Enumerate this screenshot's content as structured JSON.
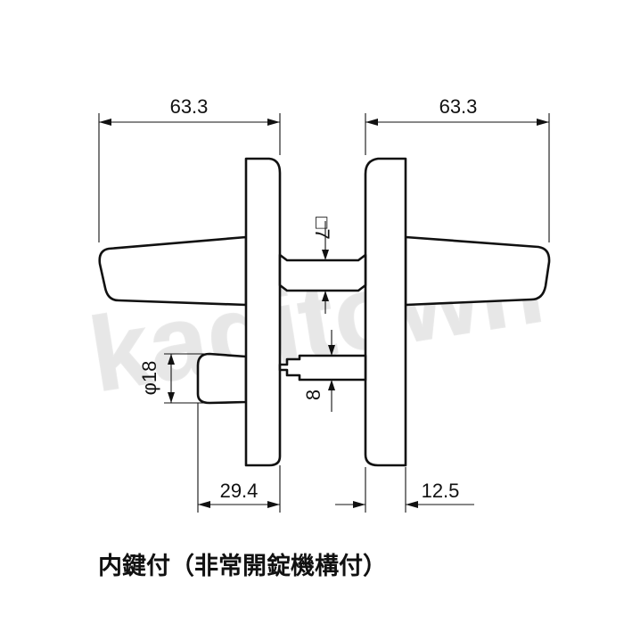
{
  "dimensions": {
    "left_length": "63.3",
    "right_length": "63.3",
    "spindle_square": "□7",
    "diameter": "φ18",
    "thread_size": "8",
    "inner_projection": "29.4",
    "outer_projection": "12.5"
  },
  "caption": "内鍵付（非常開錠機構付）",
  "watermark": "kagitown"
}
